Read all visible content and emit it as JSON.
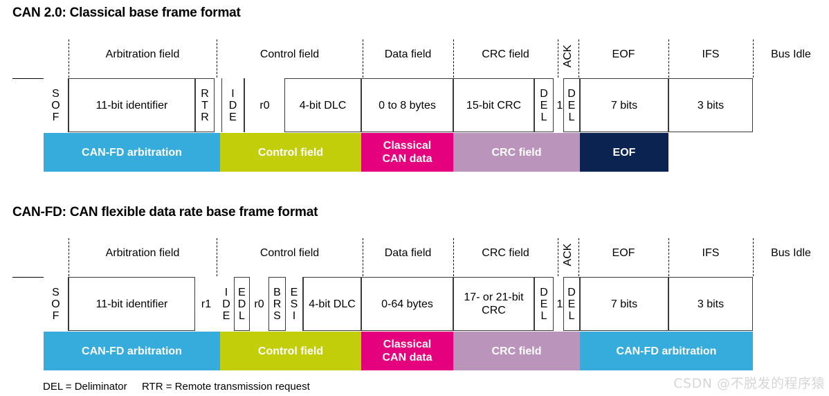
{
  "page": {
    "watermark": "CSDN @不脱发的程序猿"
  },
  "legend": {
    "del": "DEL = Deliminator",
    "rtr": "RTR = Remote transmission request"
  },
  "diagrams": [
    {
      "title": "CAN 2.0: Classical base frame format",
      "header_labels": [
        "Arbitration field",
        "Control field",
        "Data field",
        "CRC field",
        "ACK",
        "EOF",
        "IFS",
        "Bus Idle"
      ],
      "cells": [
        "S\nO\nF",
        "11-bit identifier",
        "R\nT\nR",
        "I\nD\nE",
        "r0",
        "4-bit DLC",
        "0 to 8 bytes",
        "15-bit CRC",
        "D\nE\nL",
        "1",
        "D\nE\nL",
        "7 bits",
        "3 bits"
      ],
      "bars": [
        {
          "label": "CAN-FD arbitration",
          "color": "#35ACDB"
        },
        {
          "label": "Control field",
          "color": "#C3CE0B"
        },
        {
          "label": "Classical\nCAN data",
          "color": "#E5007D"
        },
        {
          "label": "CRC field",
          "color": "#BB94BC"
        },
        {
          "label": "EOF",
          "color": "#0A2351"
        }
      ]
    },
    {
      "title": "CAN-FD: CAN flexible data rate base frame format",
      "header_labels": [
        "Arbitration field",
        "Control field",
        "Data field",
        "CRC field",
        "ACK",
        "EOF",
        "IFS",
        "Bus Idle"
      ],
      "cells": [
        "S\nO\nF",
        "11-bit identifier",
        "r1",
        "I\nD\nE",
        "E\nD\nL",
        "r0",
        "B\nR\nS",
        "E\nS\nI",
        "4-bit DLC",
        "0-64 bytes",
        "17- or 21-bit CRC",
        "D\nE\nL",
        "1",
        "D\nE\nL",
        "7 bits",
        "3 bits"
      ],
      "bars": [
        {
          "label": "CAN-FD arbitration",
          "color": "#35ACDB"
        },
        {
          "label": "Control field",
          "color": "#C3CE0B"
        },
        {
          "label": "Classical\nCAN data",
          "color": "#E5007D"
        },
        {
          "label": "CRC field",
          "color": "#BB94BC"
        },
        {
          "label": "CAN-FD arbitration",
          "color": "#35ACDB"
        }
      ]
    }
  ]
}
